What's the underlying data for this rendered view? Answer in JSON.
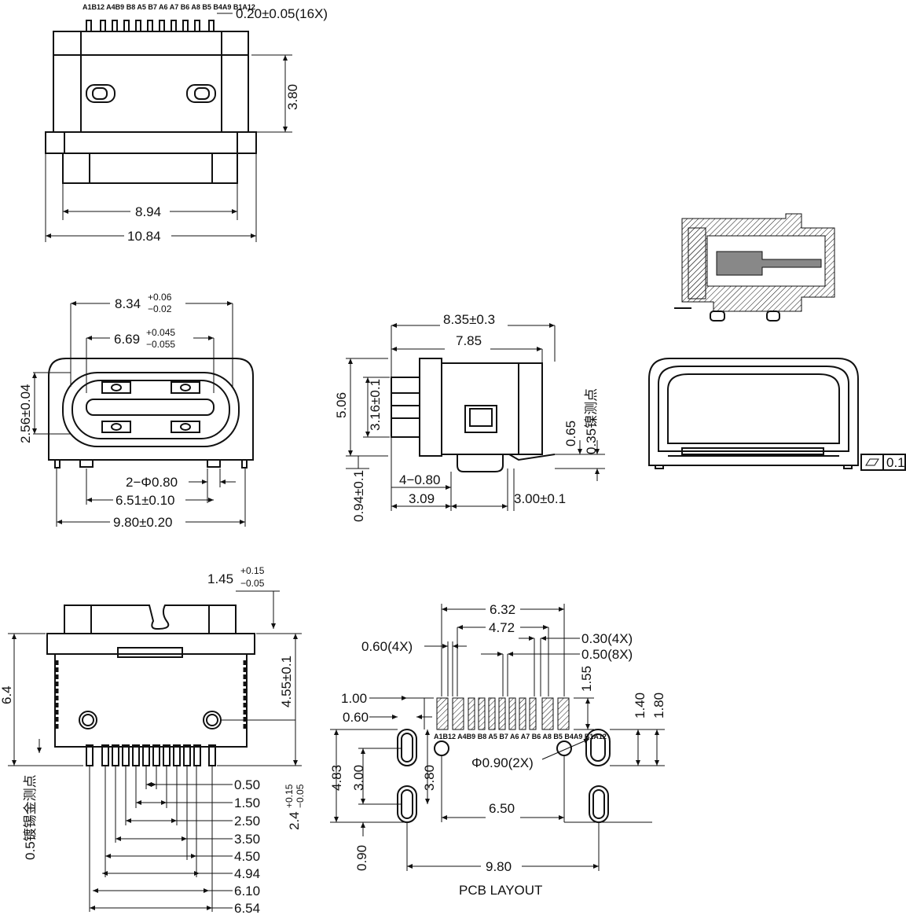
{
  "top_view": {
    "pin_labels": "A1B12 A4B9 B8 A5 B7 A6 A7 B6 A8 B5 B4A9 B1A12",
    "pin_pitch": "0.20±0.05(16X)",
    "height": "3.80",
    "inner_width": "8.94",
    "outer_width": "10.84"
  },
  "front_view": {
    "outer_opening": "8.34",
    "outer_tol_plus": "+0.06",
    "outer_tol_minus": "−0.02",
    "inner_opening": "6.69",
    "inner_tol_plus": "+0.045",
    "inner_tol_minus": "−0.055",
    "opening_height": "2.56±0.04",
    "post_dia": "2−Φ0.80",
    "post_spacing": "6.51±0.10",
    "body_width": "9.80±0.20"
  },
  "side_view": {
    "total_length": "8.35±0.3",
    "length_2": "7.85",
    "height": "5.06",
    "port_height": "3.16±0.1",
    "dim_065": "0.65",
    "dim_035": "0.35镍测点",
    "dim_094": "0.94±0.1",
    "dim_480": "4−0.80",
    "dim_309": "3.09",
    "dim_300": "3.00±0.1"
  },
  "flatness": {
    "value": "0.1"
  },
  "bottom_view": {
    "dim_145": "1.45",
    "dim_145_plus": "+0.15",
    "dim_145_minus": "−0.05",
    "height": "6.4",
    "dim_455": "4.55±0.1",
    "dim_24": "2.4",
    "dim_24_plus": "+0.15",
    "dim_24_minus": "−0.05",
    "gold_note": "0.5镀锡金测点",
    "pitches": [
      "0.50",
      "1.50",
      "2.50",
      "3.50",
      "4.50",
      "4.94",
      "6.10",
      "6.54"
    ]
  },
  "pcb_layout": {
    "title": "PCB LAYOUT",
    "dim_632": "6.32",
    "dim_472": "4.72",
    "dim_030": "0.30(4X)",
    "dim_050": "0.50(8X)",
    "dim_060_4x": "0.60(4X)",
    "dim_155": "1.55",
    "dim_100": "1.00",
    "dim_060": "0.60",
    "dim_140": "1.40",
    "dim_180": "1.80",
    "dim_090_2x": "Φ0.90(2X)",
    "dim_483": "4.83",
    "dim_300": "3.00",
    "dim_380": "3.80",
    "dim_650": "6.50",
    "dim_090": "0.90",
    "dim_980": "9.80",
    "pad_labels": "A1B12 A4B9 B8 A5 B7 A6 A7 B6 A8 B5 B4A9 B1A12"
  }
}
